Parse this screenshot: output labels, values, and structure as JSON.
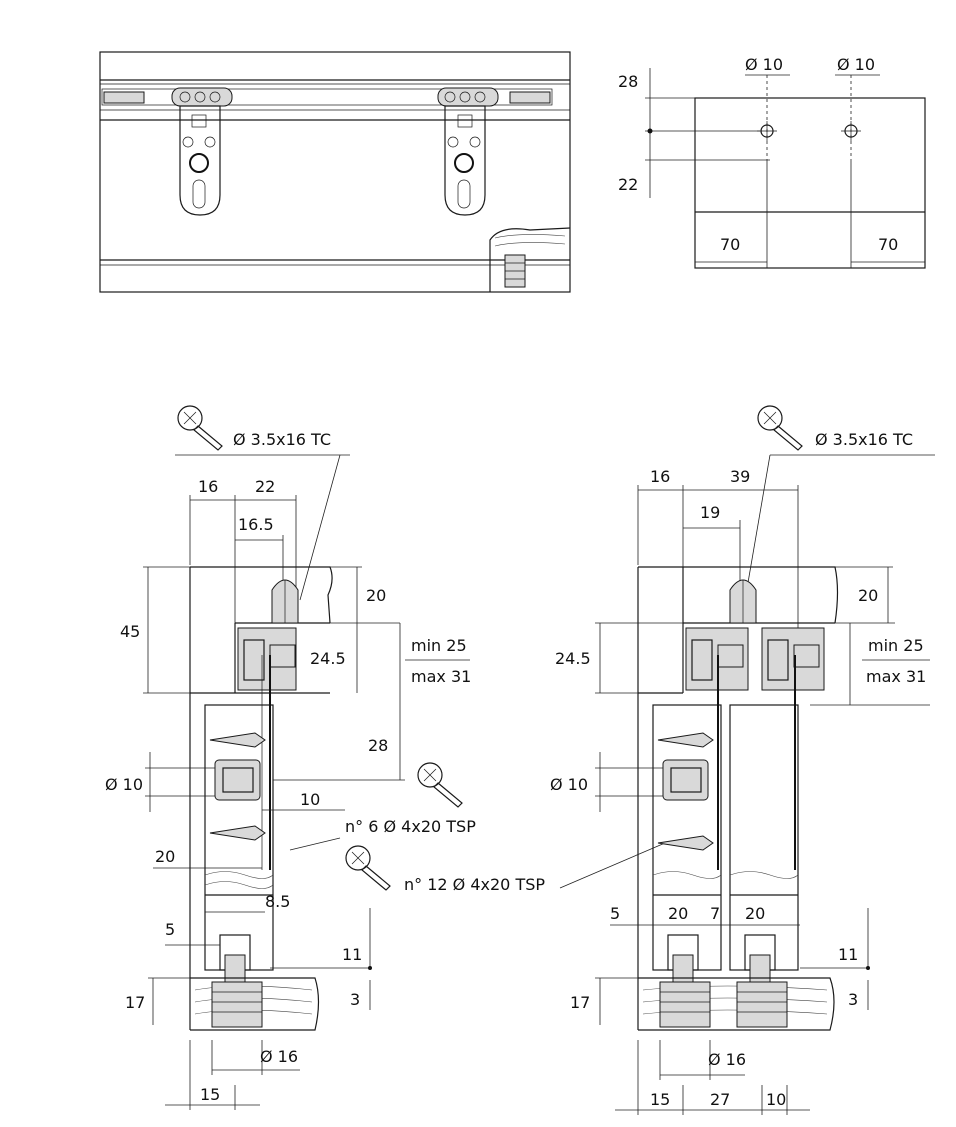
{
  "top_right": {
    "d28": "28",
    "d22": "22",
    "hole1": "Ø 10",
    "hole2": "Ø 10",
    "d70a": "70",
    "d70b": "70"
  },
  "left_section": {
    "screw_top": "Ø 3.5x16 TC",
    "d16": "16",
    "d22": "22",
    "d16_5": "16.5",
    "d45": "45",
    "d20": "20",
    "d24_5": "24.5",
    "min25": "min 25",
    "max31": "max 31",
    "d28": "28",
    "dia10": "Ø 10",
    "d10": "10",
    "screw_mid": "n° 6 Ø 4x20 TSP",
    "d20b": "20",
    "screw_low": "n° 12 Ø 4x20 TSP",
    "d8_5": "8.5",
    "d5": "5",
    "d11": "11",
    "d17": "17",
    "d3": "3",
    "dia16": "Ø 16",
    "d15": "15"
  },
  "right_section": {
    "screw_top": "Ø 3.5x16 TC",
    "d16": "16",
    "d39": "39",
    "d19": "19",
    "d20": "20",
    "d24_5": "24.5",
    "min25": "min 25",
    "max31": "max 31",
    "dia10": "Ø 10",
    "d5": "5",
    "d20a": "20",
    "d7": "7",
    "d20b": "20",
    "d11": "11",
    "d17": "17",
    "d3": "3",
    "dia16": "Ø 16",
    "d15": "15",
    "d27": "27",
    "d10": "10"
  }
}
